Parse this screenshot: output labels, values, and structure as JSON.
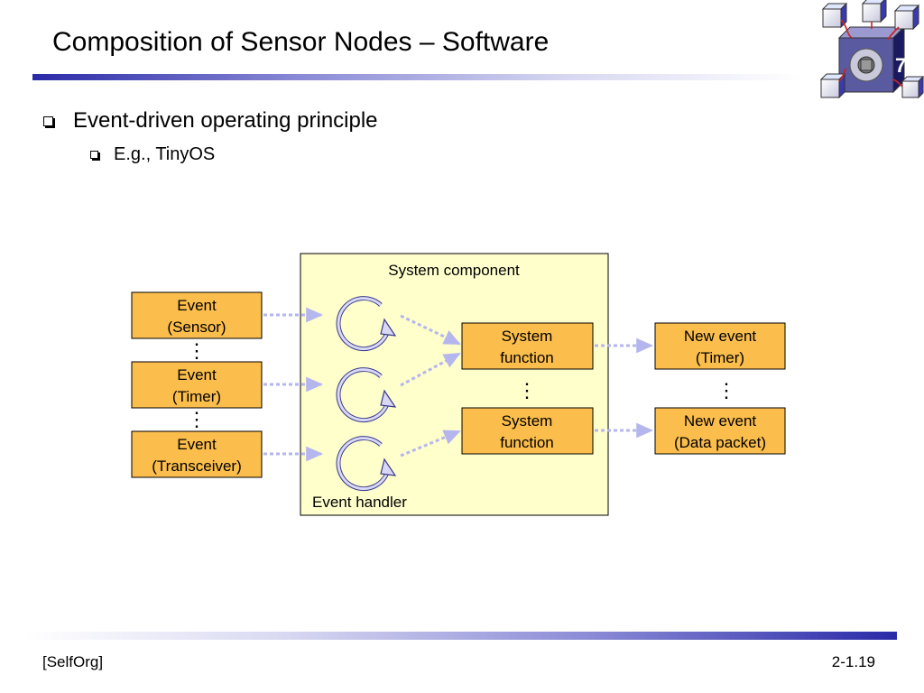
{
  "slide": {
    "title": "Composition of Sensor Nodes – Software",
    "bullets": [
      {
        "text": "Event-driven operating principle"
      },
      {
        "text": "E.g., TinyOS"
      }
    ]
  },
  "diagram": {
    "component_label": "System component",
    "handler_label": "Event handler",
    "events": [
      {
        "line1": "Event",
        "line2": "(Sensor)"
      },
      {
        "line1": "Event",
        "line2": "(Timer)"
      },
      {
        "line1": "Event",
        "line2": "(Transceiver)"
      }
    ],
    "functions": [
      {
        "line1": "System",
        "line2": "function"
      },
      {
        "line1": "System",
        "line2": "function"
      }
    ],
    "new_events": [
      {
        "line1": "New event",
        "line2": "(Timer)"
      },
      {
        "line1": "New event",
        "line2": "(Data packet)"
      }
    ],
    "ellipsis": "⋮"
  },
  "footer": {
    "left": "[SelfOrg]",
    "right": "2-1.19"
  },
  "colors": {
    "box_fill": "#fbbd4b",
    "component_fill": "#ffffcc",
    "arrow": "#b6b6ee",
    "rule_dark": "#2a2aa8",
    "loop_stroke": "#3a3a8a"
  },
  "icons": [
    "cube-network-logo",
    "checkbox-bullet-icon",
    "cycle-arrow-icon"
  ]
}
